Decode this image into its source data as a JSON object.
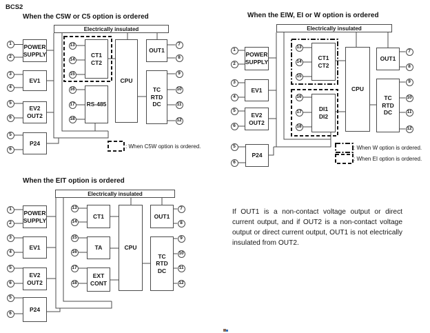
{
  "page_title": "BCS2",
  "diagrams": [
    {
      "title": "When the C5W or C5 option is ordered",
      "insulation_label": "Electrically insulated",
      "left_terminals": [
        "1",
        "2",
        "3",
        "4",
        "5",
        "6",
        "5",
        "6"
      ],
      "left_blocks": [
        "POWER\nSUPPLY",
        "EV1",
        "EV2\nOUT2",
        "P24"
      ],
      "mid_terminals": [
        "13",
        "14",
        "15",
        "16",
        "17",
        "18"
      ],
      "mid_blocks": [
        "CT1\nCT2",
        "RS-485"
      ],
      "cpu": "CPU",
      "out_blocks": [
        "OUT1",
        "TC\nRTD\nDC"
      ],
      "right_terminals": [
        "7",
        "8",
        "9",
        "10",
        "11",
        "12"
      ],
      "legend": [
        ": When C5W option is ordered."
      ]
    },
    {
      "title": "When the EIW, EI or W option is ordered",
      "insulation_label": "Electrically insulated",
      "left_terminals": [
        "1",
        "2",
        "3",
        "4",
        "5",
        "6",
        "5",
        "6"
      ],
      "left_blocks": [
        "POWER\nSUPPLY",
        "EV1",
        "EV2\nOUT2",
        "P24"
      ],
      "mid_terminals": [
        "13",
        "14",
        "15",
        "16",
        "17",
        "18"
      ],
      "mid_blocks": [
        "CT1\nCT2",
        "DI1\nDI2"
      ],
      "cpu": "CPU",
      "out_blocks": [
        "OUT1",
        "TC\nRTD\nDC"
      ],
      "right_terminals": [
        "7",
        "8",
        "9",
        "10",
        "11",
        "12"
      ],
      "legend": [
        ": When W option is ordered.",
        ": When EI option is ordered."
      ]
    },
    {
      "title": "When the EIT option is ordered",
      "insulation_label": "Electrically insulated",
      "left_terminals": [
        "1",
        "2",
        "3",
        "4",
        "5",
        "6",
        "5",
        "6"
      ],
      "left_blocks": [
        "POWER\nSUPPLY",
        "EV1",
        "EV2\nOUT2",
        "P24"
      ],
      "mid_terminals": [
        "13",
        "14",
        "15",
        "16",
        "17",
        "18"
      ],
      "mid_blocks": [
        "CT1",
        "TA",
        "EXT\nCONT"
      ],
      "cpu": "CPU",
      "out_blocks": [
        "OUT1",
        "TC\nRTD\nDC"
      ],
      "right_terminals": [
        "7",
        "8",
        "9",
        "10",
        "11",
        "12"
      ],
      "legend": []
    }
  ],
  "note": "If OUT1 is a non-contact voltage output or direct current output, and if OUT2 is a non-contact voltage output or direct current output, OUT1 is not electrically insulated from OUT2.",
  "colors": {
    "background": "#ffffff",
    "line": "#4a4a4a",
    "ink": "#141414",
    "page_mark_left": "#8a6a55",
    "page_mark_right": "#2f6fbf"
  }
}
